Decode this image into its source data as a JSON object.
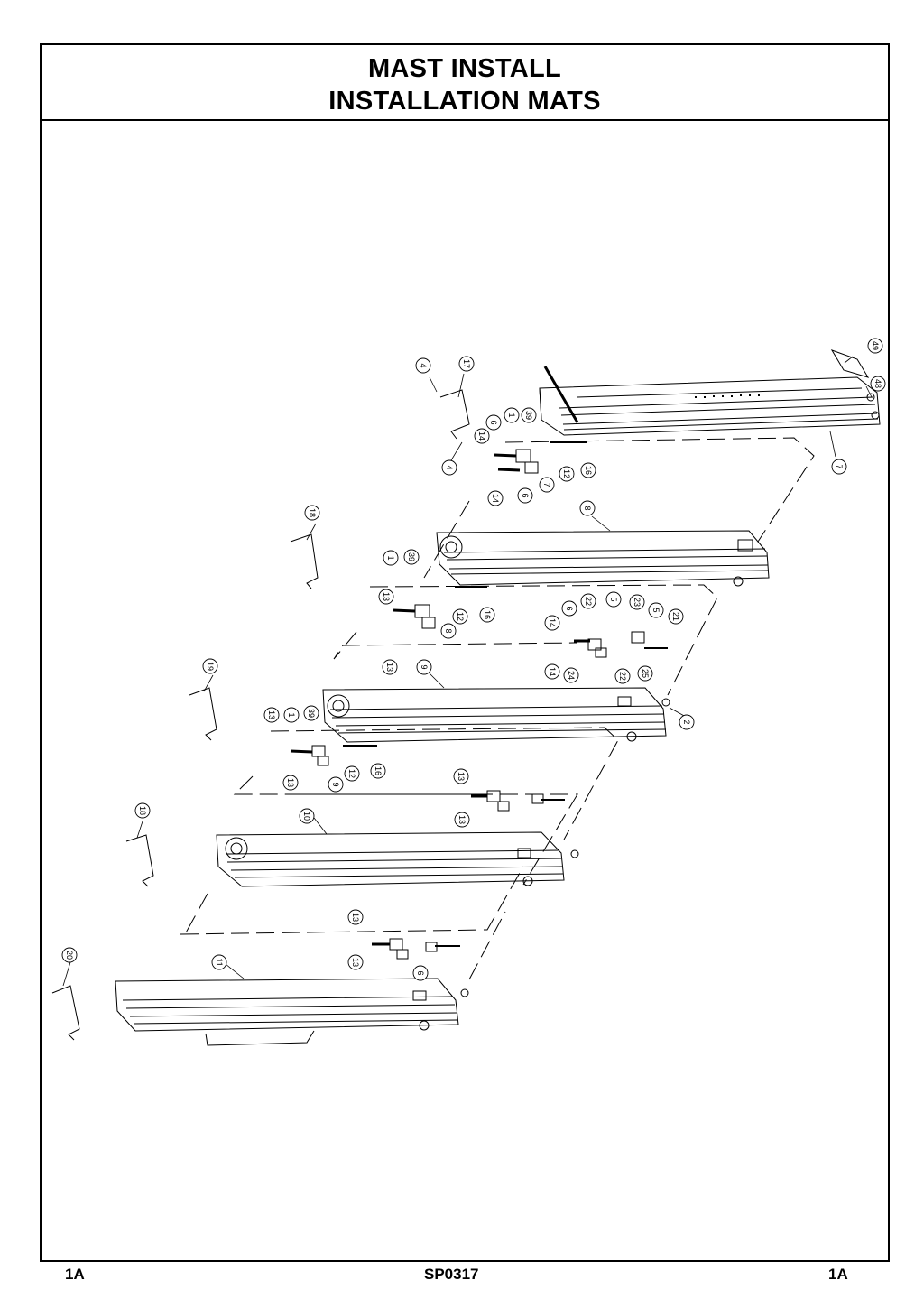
{
  "title": {
    "line1": "MAST INSTALL",
    "line2": "INSTALLATION MATS"
  },
  "footer": {
    "left": "1A",
    "center": "SP0317",
    "right": "1A"
  },
  "callouts": [
    "4",
    "17",
    "4",
    "49",
    "48",
    "7",
    "6",
    "1",
    "39",
    "14",
    "14",
    "6",
    "7",
    "12",
    "16",
    "8",
    "18",
    "1",
    "39",
    "13",
    "13",
    "8",
    "12",
    "16",
    "6",
    "22",
    "5",
    "23",
    "5",
    "21",
    "14",
    "14",
    "24",
    "22",
    "25",
    "19",
    "9",
    "13",
    "1",
    "39",
    "13",
    "9",
    "12",
    "16",
    "2",
    "13",
    "13",
    "18",
    "10",
    "13",
    "13",
    "6",
    "20",
    "11"
  ]
}
